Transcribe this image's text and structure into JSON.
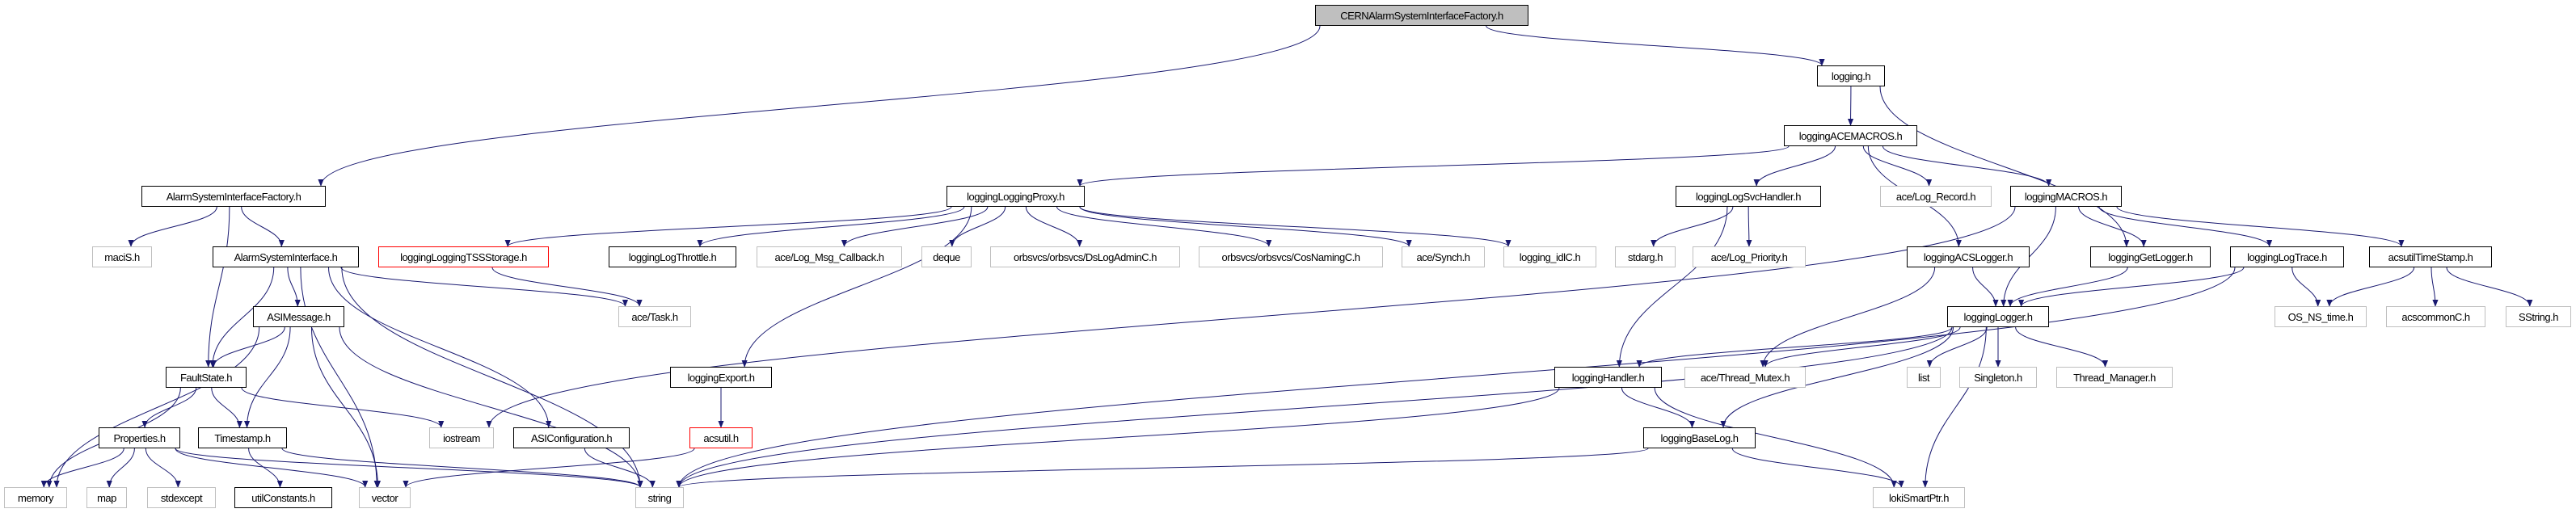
{
  "graph": {
    "colors": {
      "edge": "#191970",
      "documented_border": "#000000",
      "external_border": "#bfbfbf",
      "truncated_border": "#ff0000",
      "root_fill": "#bfbfbf"
    },
    "nodes": [
      {
        "id": "root",
        "label": "CERNAlarmSystemInterfaceFactory.h",
        "kind": "root"
      },
      {
        "id": "asif",
        "label": "AlarmSystemInterfaceFactory.h",
        "kind": "doc"
      },
      {
        "id": "logging",
        "label": "logging.h",
        "kind": "doc"
      },
      {
        "id": "acemacros",
        "label": "loggingACEMACROS.h",
        "kind": "doc"
      },
      {
        "id": "proxy",
        "label": "loggingLoggingProxy.h",
        "kind": "doc"
      },
      {
        "id": "svchandler",
        "label": "loggingLogSvcHandler.h",
        "kind": "doc"
      },
      {
        "id": "logrecord",
        "label": "ace/Log_Record.h",
        "kind": "ext"
      },
      {
        "id": "macros",
        "label": "loggingMACROS.h",
        "kind": "doc"
      },
      {
        "id": "macis",
        "label": "maciS.h",
        "kind": "ext"
      },
      {
        "id": "asi",
        "label": "AlarmSystemInterface.h",
        "kind": "doc"
      },
      {
        "id": "tss",
        "label": "loggingLoggingTSSStorage.h",
        "kind": "trunc"
      },
      {
        "id": "throttle",
        "label": "loggingLogThrottle.h",
        "kind": "doc"
      },
      {
        "id": "msgcb",
        "label": "ace/Log_Msg_Callback.h",
        "kind": "ext"
      },
      {
        "id": "deque",
        "label": "deque",
        "kind": "ext"
      },
      {
        "id": "dslog",
        "label": "orbsvcs/orbsvcs/DsLogAdminC.h",
        "kind": "ext"
      },
      {
        "id": "cosnaming",
        "label": "orbsvcs/orbsvcs/CosNamingC.h",
        "kind": "ext"
      },
      {
        "id": "synch",
        "label": "ace/Synch.h",
        "kind": "ext"
      },
      {
        "id": "idlc",
        "label": "logging_idlC.h",
        "kind": "ext"
      },
      {
        "id": "stdarg",
        "label": "stdarg.h",
        "kind": "ext"
      },
      {
        "id": "logpriority",
        "label": "ace/Log_Priority.h",
        "kind": "ext"
      },
      {
        "id": "acslogger",
        "label": "loggingACSLogger.h",
        "kind": "doc"
      },
      {
        "id": "getlogger",
        "label": "loggingGetLogger.h",
        "kind": "doc"
      },
      {
        "id": "logtrace",
        "label": "loggingLogTrace.h",
        "kind": "doc"
      },
      {
        "id": "acsts",
        "label": "acsutilTimeStamp.h",
        "kind": "doc"
      },
      {
        "id": "asimsg",
        "label": "ASIMessage.h",
        "kind": "doc"
      },
      {
        "id": "task",
        "label": "ace/Task.h",
        "kind": "ext"
      },
      {
        "id": "logger",
        "label": "loggingLogger.h",
        "kind": "doc"
      },
      {
        "id": "osns",
        "label": "OS_NS_time.h",
        "kind": "ext"
      },
      {
        "id": "acscommon",
        "label": "acscommonC.h",
        "kind": "ext"
      },
      {
        "id": "sstring",
        "label": "SString.h",
        "kind": "ext"
      },
      {
        "id": "faultstate",
        "label": "FaultState.h",
        "kind": "doc"
      },
      {
        "id": "export",
        "label": "loggingExport.h",
        "kind": "doc"
      },
      {
        "id": "handler",
        "label": "loggingHandler.h",
        "kind": "doc"
      },
      {
        "id": "mutex",
        "label": "ace/Thread_Mutex.h",
        "kind": "ext"
      },
      {
        "id": "list",
        "label": "list",
        "kind": "ext"
      },
      {
        "id": "singleton",
        "label": "Singleton.h",
        "kind": "ext"
      },
      {
        "id": "threadmgr",
        "label": "Thread_Manager.h",
        "kind": "ext"
      },
      {
        "id": "properties",
        "label": "Properties.h",
        "kind": "doc"
      },
      {
        "id": "timestamp",
        "label": "Timestamp.h",
        "kind": "doc"
      },
      {
        "id": "iostream",
        "label": "iostream",
        "kind": "ext"
      },
      {
        "id": "asiconf",
        "label": "ASIConfiguration.h",
        "kind": "doc"
      },
      {
        "id": "acsutil",
        "label": "acsutil.h",
        "kind": "trunc"
      },
      {
        "id": "baselog",
        "label": "loggingBaseLog.h",
        "kind": "doc"
      },
      {
        "id": "memory",
        "label": "memory",
        "kind": "ext"
      },
      {
        "id": "map",
        "label": "map",
        "kind": "ext"
      },
      {
        "id": "stdexcept",
        "label": "stdexcept",
        "kind": "ext"
      },
      {
        "id": "utilconst",
        "label": "utilConstants.h",
        "kind": "doc"
      },
      {
        "id": "vector",
        "label": "vector",
        "kind": "ext"
      },
      {
        "id": "string",
        "label": "string",
        "kind": "ext"
      },
      {
        "id": "loki",
        "label": "lokiSmartPtr.h",
        "kind": "ext"
      }
    ],
    "edges": [
      [
        "root",
        "asif"
      ],
      [
        "root",
        "logging"
      ],
      [
        "logging",
        "acemacros"
      ],
      [
        "logging",
        "getlogger"
      ],
      [
        "acemacros",
        "proxy"
      ],
      [
        "acemacros",
        "svchandler"
      ],
      [
        "acemacros",
        "logrecord"
      ],
      [
        "acemacros",
        "macros"
      ],
      [
        "acemacros",
        "acslogger"
      ],
      [
        "asif",
        "macis"
      ],
      [
        "asif",
        "asi"
      ],
      [
        "asif",
        "faultstate"
      ],
      [
        "asi",
        "asimsg"
      ],
      [
        "asi",
        "faultstate"
      ],
      [
        "asi",
        "vector"
      ],
      [
        "asi",
        "asiconf"
      ],
      [
        "asi",
        "string"
      ],
      [
        "asi",
        "task"
      ],
      [
        "proxy",
        "tss"
      ],
      [
        "proxy",
        "throttle"
      ],
      [
        "proxy",
        "msgcb"
      ],
      [
        "proxy",
        "deque"
      ],
      [
        "proxy",
        "dslog"
      ],
      [
        "proxy",
        "cosnaming"
      ],
      [
        "proxy",
        "synch"
      ],
      [
        "proxy",
        "idlc"
      ],
      [
        "proxy",
        "export"
      ],
      [
        "tss",
        "task"
      ],
      [
        "asimsg",
        "memory"
      ],
      [
        "asimsg",
        "faultstate"
      ],
      [
        "asimsg",
        "timestamp"
      ],
      [
        "asimsg",
        "vector"
      ],
      [
        "asimsg",
        "string"
      ],
      [
        "faultstate",
        "memory"
      ],
      [
        "faultstate",
        "properties"
      ],
      [
        "faultstate",
        "timestamp"
      ],
      [
        "faultstate",
        "iostream"
      ],
      [
        "properties",
        "memory"
      ],
      [
        "properties",
        "map"
      ],
      [
        "properties",
        "stdexcept"
      ],
      [
        "properties",
        "vector"
      ],
      [
        "properties",
        "string"
      ],
      [
        "timestamp",
        "utilconst"
      ],
      [
        "timestamp",
        "string"
      ],
      [
        "asiconf",
        "string"
      ],
      [
        "export",
        "acsutil"
      ],
      [
        "acsutil",
        "vector"
      ],
      [
        "svchandler",
        "stdarg"
      ],
      [
        "svchandler",
        "logpriority"
      ],
      [
        "svchandler",
        "handler"
      ],
      [
        "macros",
        "iostream"
      ],
      [
        "macros",
        "logger"
      ],
      [
        "macros",
        "getlogger"
      ],
      [
        "macros",
        "logtrace"
      ],
      [
        "macros",
        "acsts"
      ],
      [
        "acslogger",
        "logger"
      ],
      [
        "acslogger",
        "mutex"
      ],
      [
        "getlogger",
        "logger"
      ],
      [
        "logtrace",
        "logger"
      ],
      [
        "logtrace",
        "osns"
      ],
      [
        "logtrace",
        "string"
      ],
      [
        "acsts",
        "osns"
      ],
      [
        "acsts",
        "acscommon"
      ],
      [
        "acsts",
        "sstring"
      ],
      [
        "logger",
        "handler"
      ],
      [
        "logger",
        "mutex"
      ],
      [
        "logger",
        "list"
      ],
      [
        "logger",
        "singleton"
      ],
      [
        "logger",
        "threadmgr"
      ],
      [
        "logger",
        "baselog"
      ],
      [
        "logger",
        "loki"
      ],
      [
        "logger",
        "string"
      ],
      [
        "handler",
        "string"
      ],
      [
        "handler",
        "baselog"
      ],
      [
        "handler",
        "loki"
      ],
      [
        "baselog",
        "string"
      ],
      [
        "baselog",
        "loki"
      ]
    ]
  }
}
